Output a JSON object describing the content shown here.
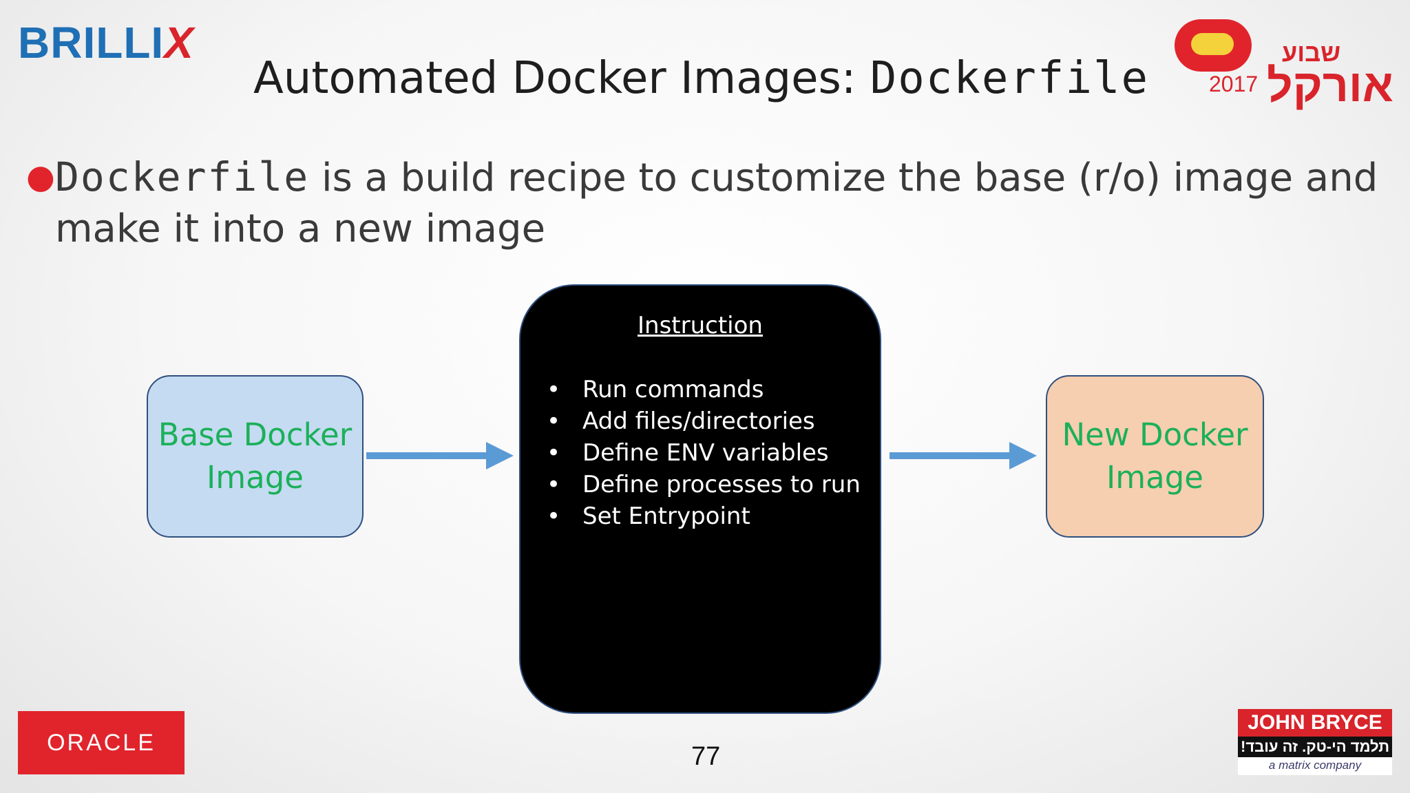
{
  "brand": {
    "left_logo_main": "BRILLI",
    "left_logo_x": "X"
  },
  "title": {
    "prefix": "Automated Docker Images: ",
    "code": "Dockerfile"
  },
  "event_logo": {
    "year": "2017",
    "hebrew_top": "שבוע",
    "hebrew_main": "אורקל"
  },
  "bullet": {
    "code": "Dockerfile",
    "text": " is a build recipe to customize the base (r/o) image and make it into a new image"
  },
  "diagram": {
    "base_box": {
      "line1": "Base Docker",
      "line2": "Image"
    },
    "instruction_box": {
      "heading": "Instruction",
      "items": [
        "Run commands",
        "Add files/directories",
        "Define ENV variables",
        "Define processes to run",
        "Set Entrypoint"
      ]
    },
    "new_box": {
      "line1": "New Docker",
      "line2": "Image"
    },
    "colors": {
      "base_fill": "#c5dbf1",
      "new_fill": "#f6ceb0",
      "box_text": "#1bb05a",
      "arrow": "#5b9bd5"
    }
  },
  "page_number": "77",
  "footer": {
    "oracle": "ORACLE",
    "john_bryce_top": "JOHN BRYCE",
    "john_bryce_hebrew": "תלמד הי-טק. זה עובד!",
    "john_bryce_sub": "a matrix company"
  }
}
